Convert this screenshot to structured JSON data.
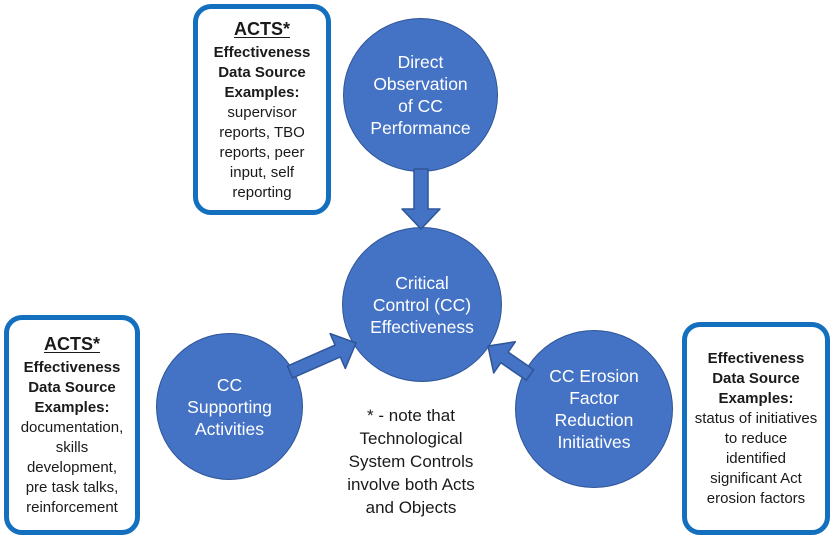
{
  "diagram": {
    "circles": {
      "top": {
        "label": "Direct\nObservation\nof CC\nPerformance"
      },
      "center": {
        "label": "Critical\nControl (CC)\nEffectiveness"
      },
      "bottom_left": {
        "label": "CC\nSupporting\nActivities"
      },
      "bottom_right": {
        "label": "CC Erosion\nFactor\nReduction\nInitiatives"
      }
    },
    "callouts": {
      "top_left": {
        "heading": "ACTS*",
        "subheading": "Effectiveness\nData Source\nExamples:",
        "body": "supervisor\nreports, TBO\nreports, peer\ninput, self\nreporting"
      },
      "bottom_left": {
        "heading": "ACTS*",
        "subheading": "Effectiveness\nData Source\nExamples:",
        "body": "documentation,\nskills\ndevelopment,\npre task talks,\nreinforcement"
      },
      "right": {
        "subheading": "Effectiveness\nData Source\nExamples:",
        "body": "status of initiatives\nto reduce\nidentified\nsignificant Act\nerosion factors"
      }
    },
    "note": "* - note that\nTechnological\nSystem Controls\ninvolve both Acts\nand Objects",
    "colors": {
      "circle_fill": "#4472C4",
      "circle_border": "#2E5597",
      "arrow_fill": "#4472C4",
      "arrow_border": "#2E5597",
      "callout_border": "#1470BE",
      "callout_bg": "#FFFFFF",
      "circle_text": "#FFFFFF",
      "text_dark": "#1A1A1A",
      "background": "#FFFFFF"
    }
  }
}
